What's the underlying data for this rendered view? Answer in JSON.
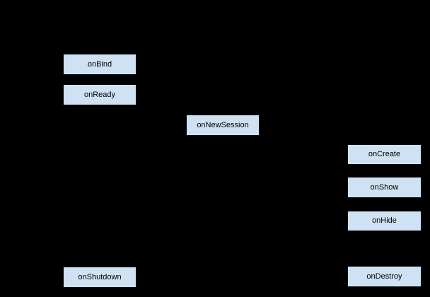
{
  "diagram": {
    "type": "flowchart-lifecycle",
    "background_color": "#000000",
    "node_fill_color": "#cfe2f3",
    "node_border_color": "#000000",
    "node_text_color": "#000000",
    "nodes": [
      {
        "id": "onBind",
        "label": "onBind"
      },
      {
        "id": "onReady",
        "label": "onReady"
      },
      {
        "id": "onNewSession",
        "label": "onNewSession"
      },
      {
        "id": "onCreate",
        "label": "onCreate"
      },
      {
        "id": "onShow",
        "label": "onShow"
      },
      {
        "id": "onHide",
        "label": "onHide"
      },
      {
        "id": "onShutdown",
        "label": "onShutdown"
      },
      {
        "id": "onDestroy",
        "label": "onDestroy"
      }
    ]
  }
}
